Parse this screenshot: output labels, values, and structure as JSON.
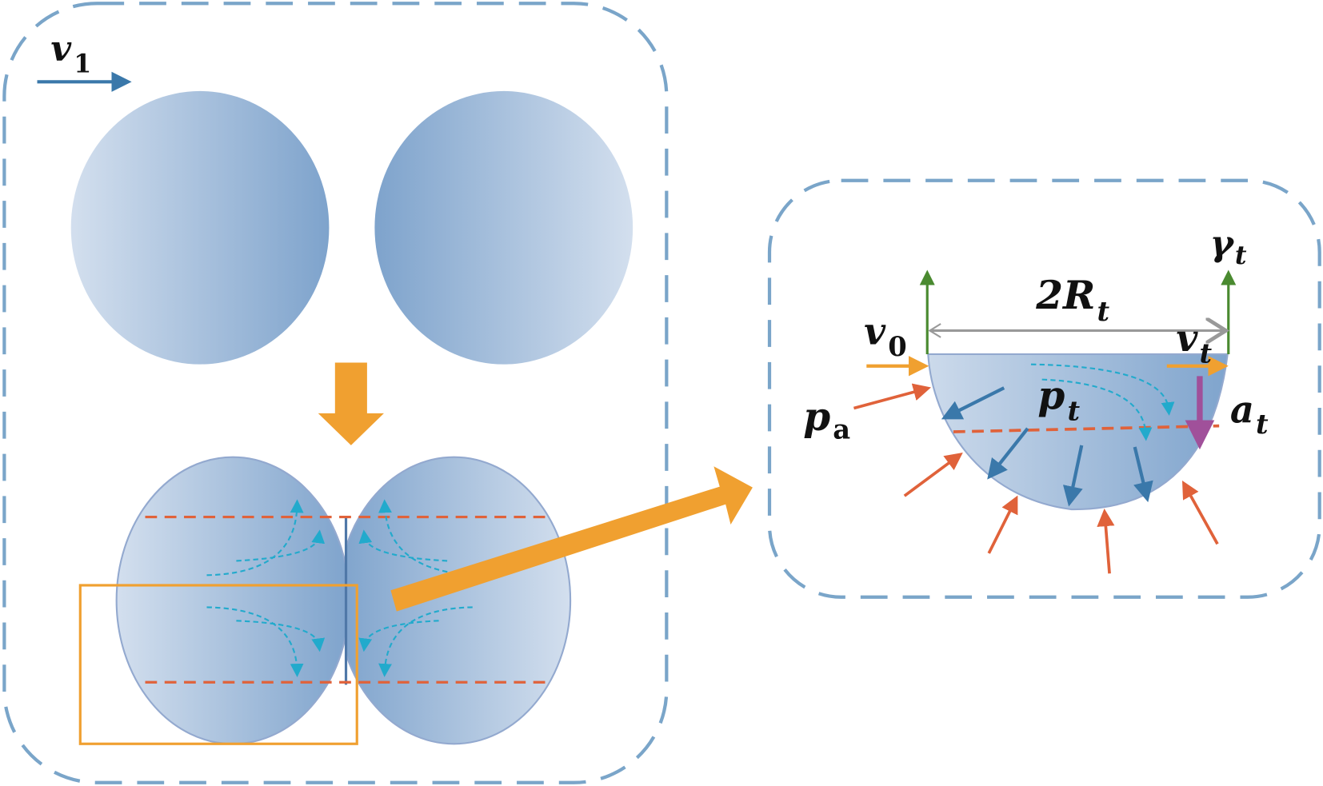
{
  "colors": {
    "frame": "#7aa5c9",
    "orange": "#f0a030",
    "red": "#e0623a",
    "cyan": "#22aacc",
    "blue_arrow": "#3a78aa",
    "green": "#4a8a30",
    "purple": "#a0509a",
    "gray": "#999999"
  },
  "labels": {
    "v1": {
      "main": "v",
      "sub": "1"
    },
    "v0": {
      "main": "v",
      "sub": "0"
    },
    "vt": {
      "main": "v",
      "sub": "t"
    },
    "two_rt": {
      "main": "2R",
      "sub": "t"
    },
    "gamma_t": {
      "main": "γ",
      "sub": "t"
    },
    "pt": {
      "main": "p",
      "sub": "t"
    },
    "pa": {
      "main": "p",
      "sub": "a"
    },
    "at": {
      "main": "a",
      "sub": "t"
    }
  }
}
